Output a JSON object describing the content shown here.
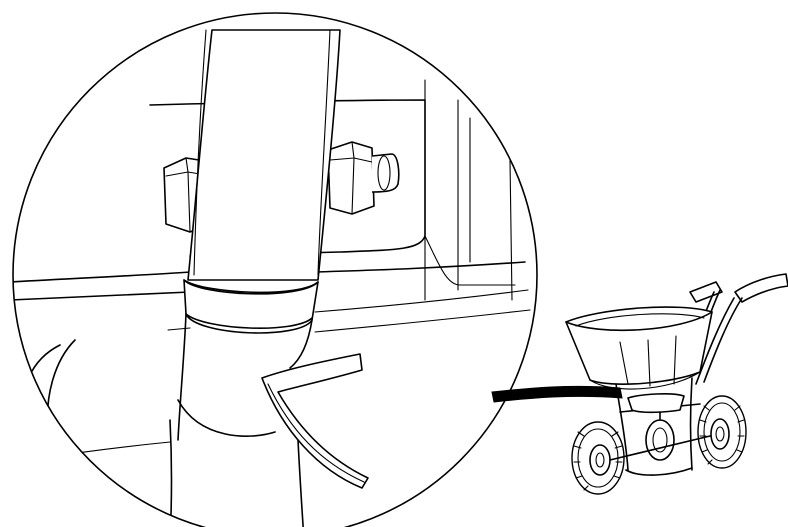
{
  "figure": {
    "kind": "assembly-detail-illustration",
    "detail_view": "zoomed-bolt-and-tube-joint",
    "overview_object": "push-spreader",
    "colors": {
      "line": "#000000",
      "background": "#ffffff"
    }
  }
}
